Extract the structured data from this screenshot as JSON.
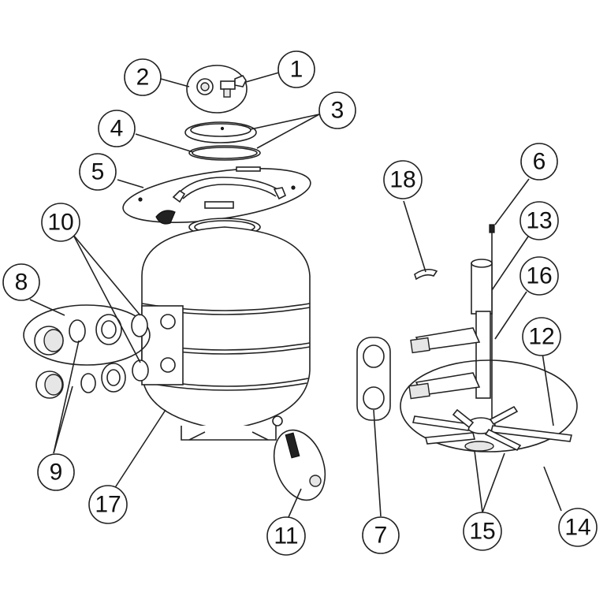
{
  "diagram": {
    "labels": [
      {
        "id": "1",
        "text": "1"
      },
      {
        "id": "2",
        "text": "2"
      },
      {
        "id": "3",
        "text": "3"
      },
      {
        "id": "4",
        "text": "4"
      },
      {
        "id": "5",
        "text": "5"
      },
      {
        "id": "6",
        "text": "6"
      },
      {
        "id": "7",
        "text": "7"
      },
      {
        "id": "8",
        "text": "8"
      },
      {
        "id": "9",
        "text": "9"
      },
      {
        "id": "10",
        "text": "10"
      },
      {
        "id": "11",
        "text": "11"
      },
      {
        "id": "12",
        "text": "12"
      },
      {
        "id": "13",
        "text": "13"
      },
      {
        "id": "14",
        "text": "14"
      },
      {
        "id": "15",
        "text": "15"
      },
      {
        "id": "16",
        "text": "16"
      },
      {
        "id": "17",
        "text": "17"
      },
      {
        "id": "18",
        "text": "18"
      }
    ]
  },
  "colors": {
    "line": "#222222",
    "fill": "#ffffff",
    "shade": "#e6e6e6",
    "dark": "#222222"
  }
}
